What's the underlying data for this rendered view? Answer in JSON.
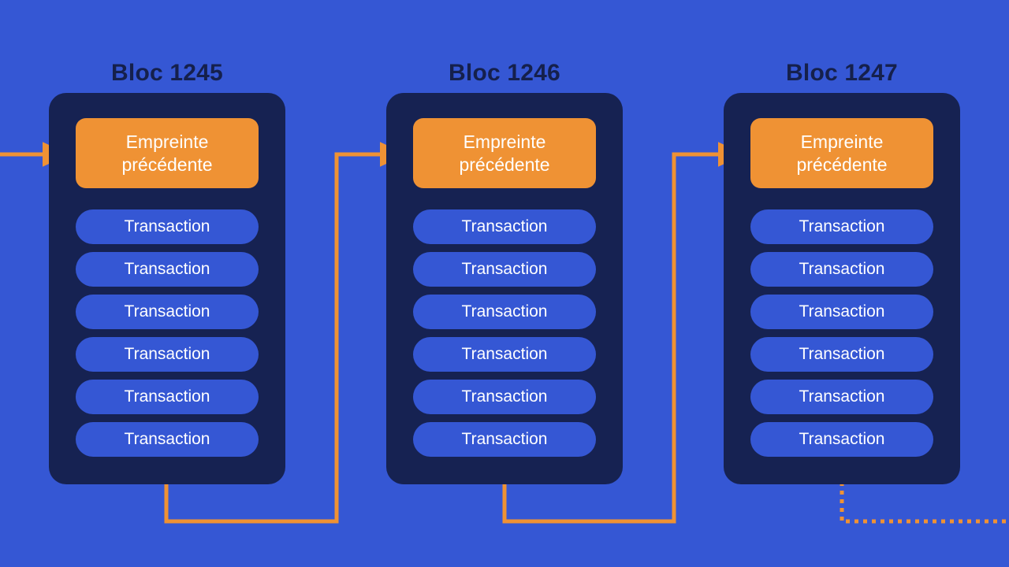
{
  "diagram": {
    "title_prefix": "Bloc",
    "background_color": "#3557d4",
    "panel_color": "#162252",
    "hash_color": "#ef9234",
    "tx_color": "#3557d4",
    "title_color": "#15204c",
    "text_color": "#ffffff"
  },
  "blocks": [
    {
      "title": "Bloc 1245",
      "hash_label": "Empreinte\nprécédente",
      "hash_line1": "Empreinte",
      "hash_line2": "précédente",
      "transactions": [
        {
          "label": "Transaction"
        },
        {
          "label": "Transaction"
        },
        {
          "label": "Transaction"
        },
        {
          "label": "Transaction"
        },
        {
          "label": "Transaction"
        },
        {
          "label": "Transaction"
        }
      ]
    },
    {
      "title": "Bloc 1246",
      "hash_label": "Empreinte\nprécédente",
      "hash_line1": "Empreinte",
      "hash_line2": "précédente",
      "transactions": [
        {
          "label": "Transaction"
        },
        {
          "label": "Transaction"
        },
        {
          "label": "Transaction"
        },
        {
          "label": "Transaction"
        },
        {
          "label": "Transaction"
        },
        {
          "label": "Transaction"
        }
      ]
    },
    {
      "title": "Bloc 1247",
      "hash_label": "Empreinte\nprécédente",
      "hash_line1": "Empreinte",
      "hash_line2": "précédente",
      "transactions": [
        {
          "label": "Transaction"
        },
        {
          "label": "Transaction"
        },
        {
          "label": "Transaction"
        },
        {
          "label": "Transaction"
        },
        {
          "label": "Transaction"
        },
        {
          "label": "Transaction"
        }
      ]
    }
  ],
  "connectors": {
    "color": "#ef9234",
    "stroke_width": 5,
    "incoming_label": "incoming-chain-arrow",
    "continuation_label": "chain-continues-dotted"
  }
}
